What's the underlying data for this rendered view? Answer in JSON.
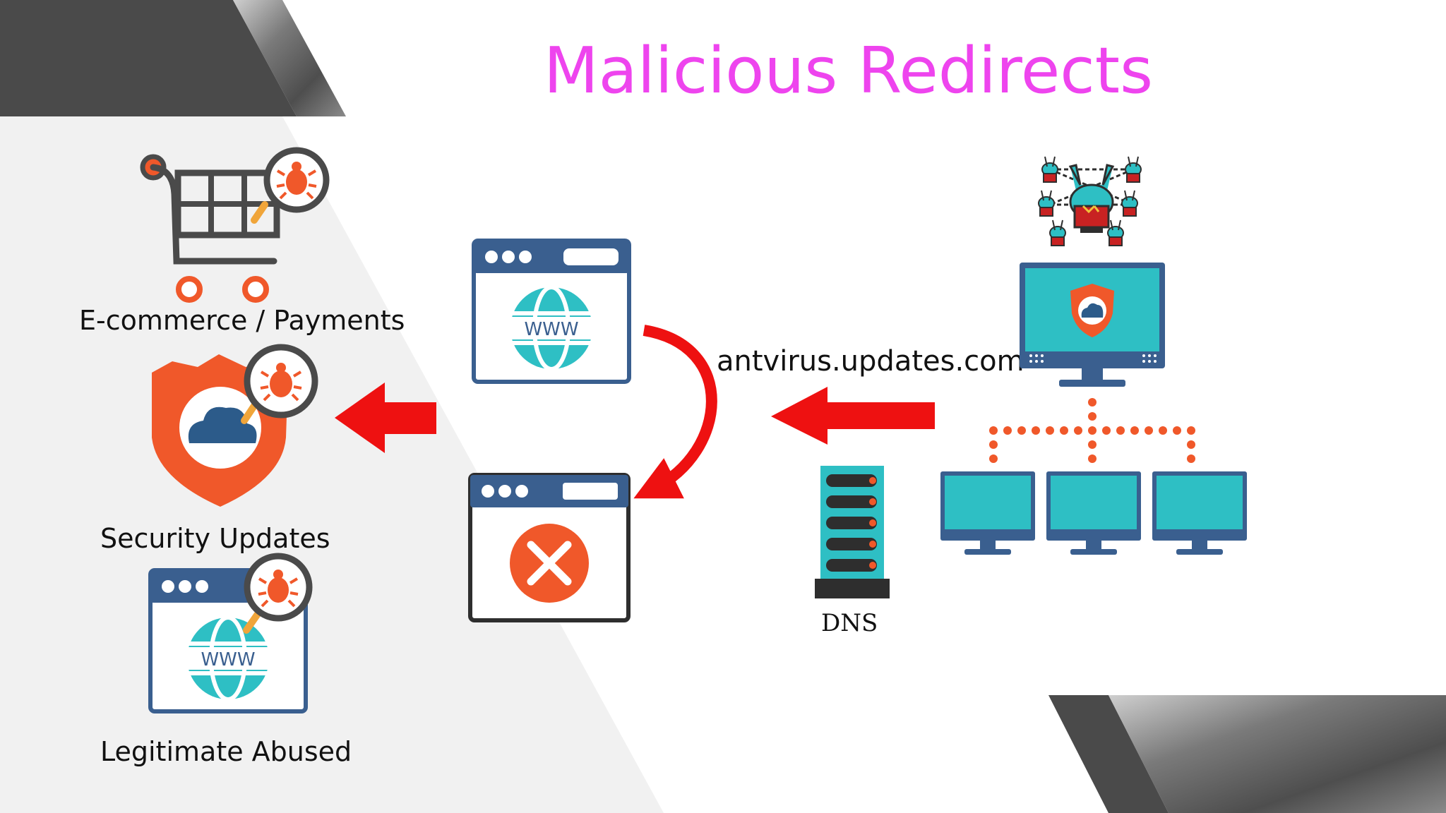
{
  "title": "Malicious Redirects",
  "colors": {
    "title": "#ee44ee",
    "accent_red": "#ee1111",
    "orange": "#f0582a",
    "teal": "#2ebfc4",
    "navy": "#3a5f8f",
    "dark_gray": "#4a4a4a"
  },
  "left_items": [
    {
      "label": "E-commerce / Payments",
      "icon": "shopping-cart-icon"
    },
    {
      "label": "Security Updates",
      "icon": "security-shield-icon"
    },
    {
      "label": "Legitimate Abused",
      "icon": "website-icon"
    }
  ],
  "center": {
    "top_window_icon": "www-globe-icon",
    "bottom_window_icon": "error-x-icon",
    "globe_text": "WWW"
  },
  "domain_label": "antvirus.updates.com",
  "dns_label": "DNS"
}
